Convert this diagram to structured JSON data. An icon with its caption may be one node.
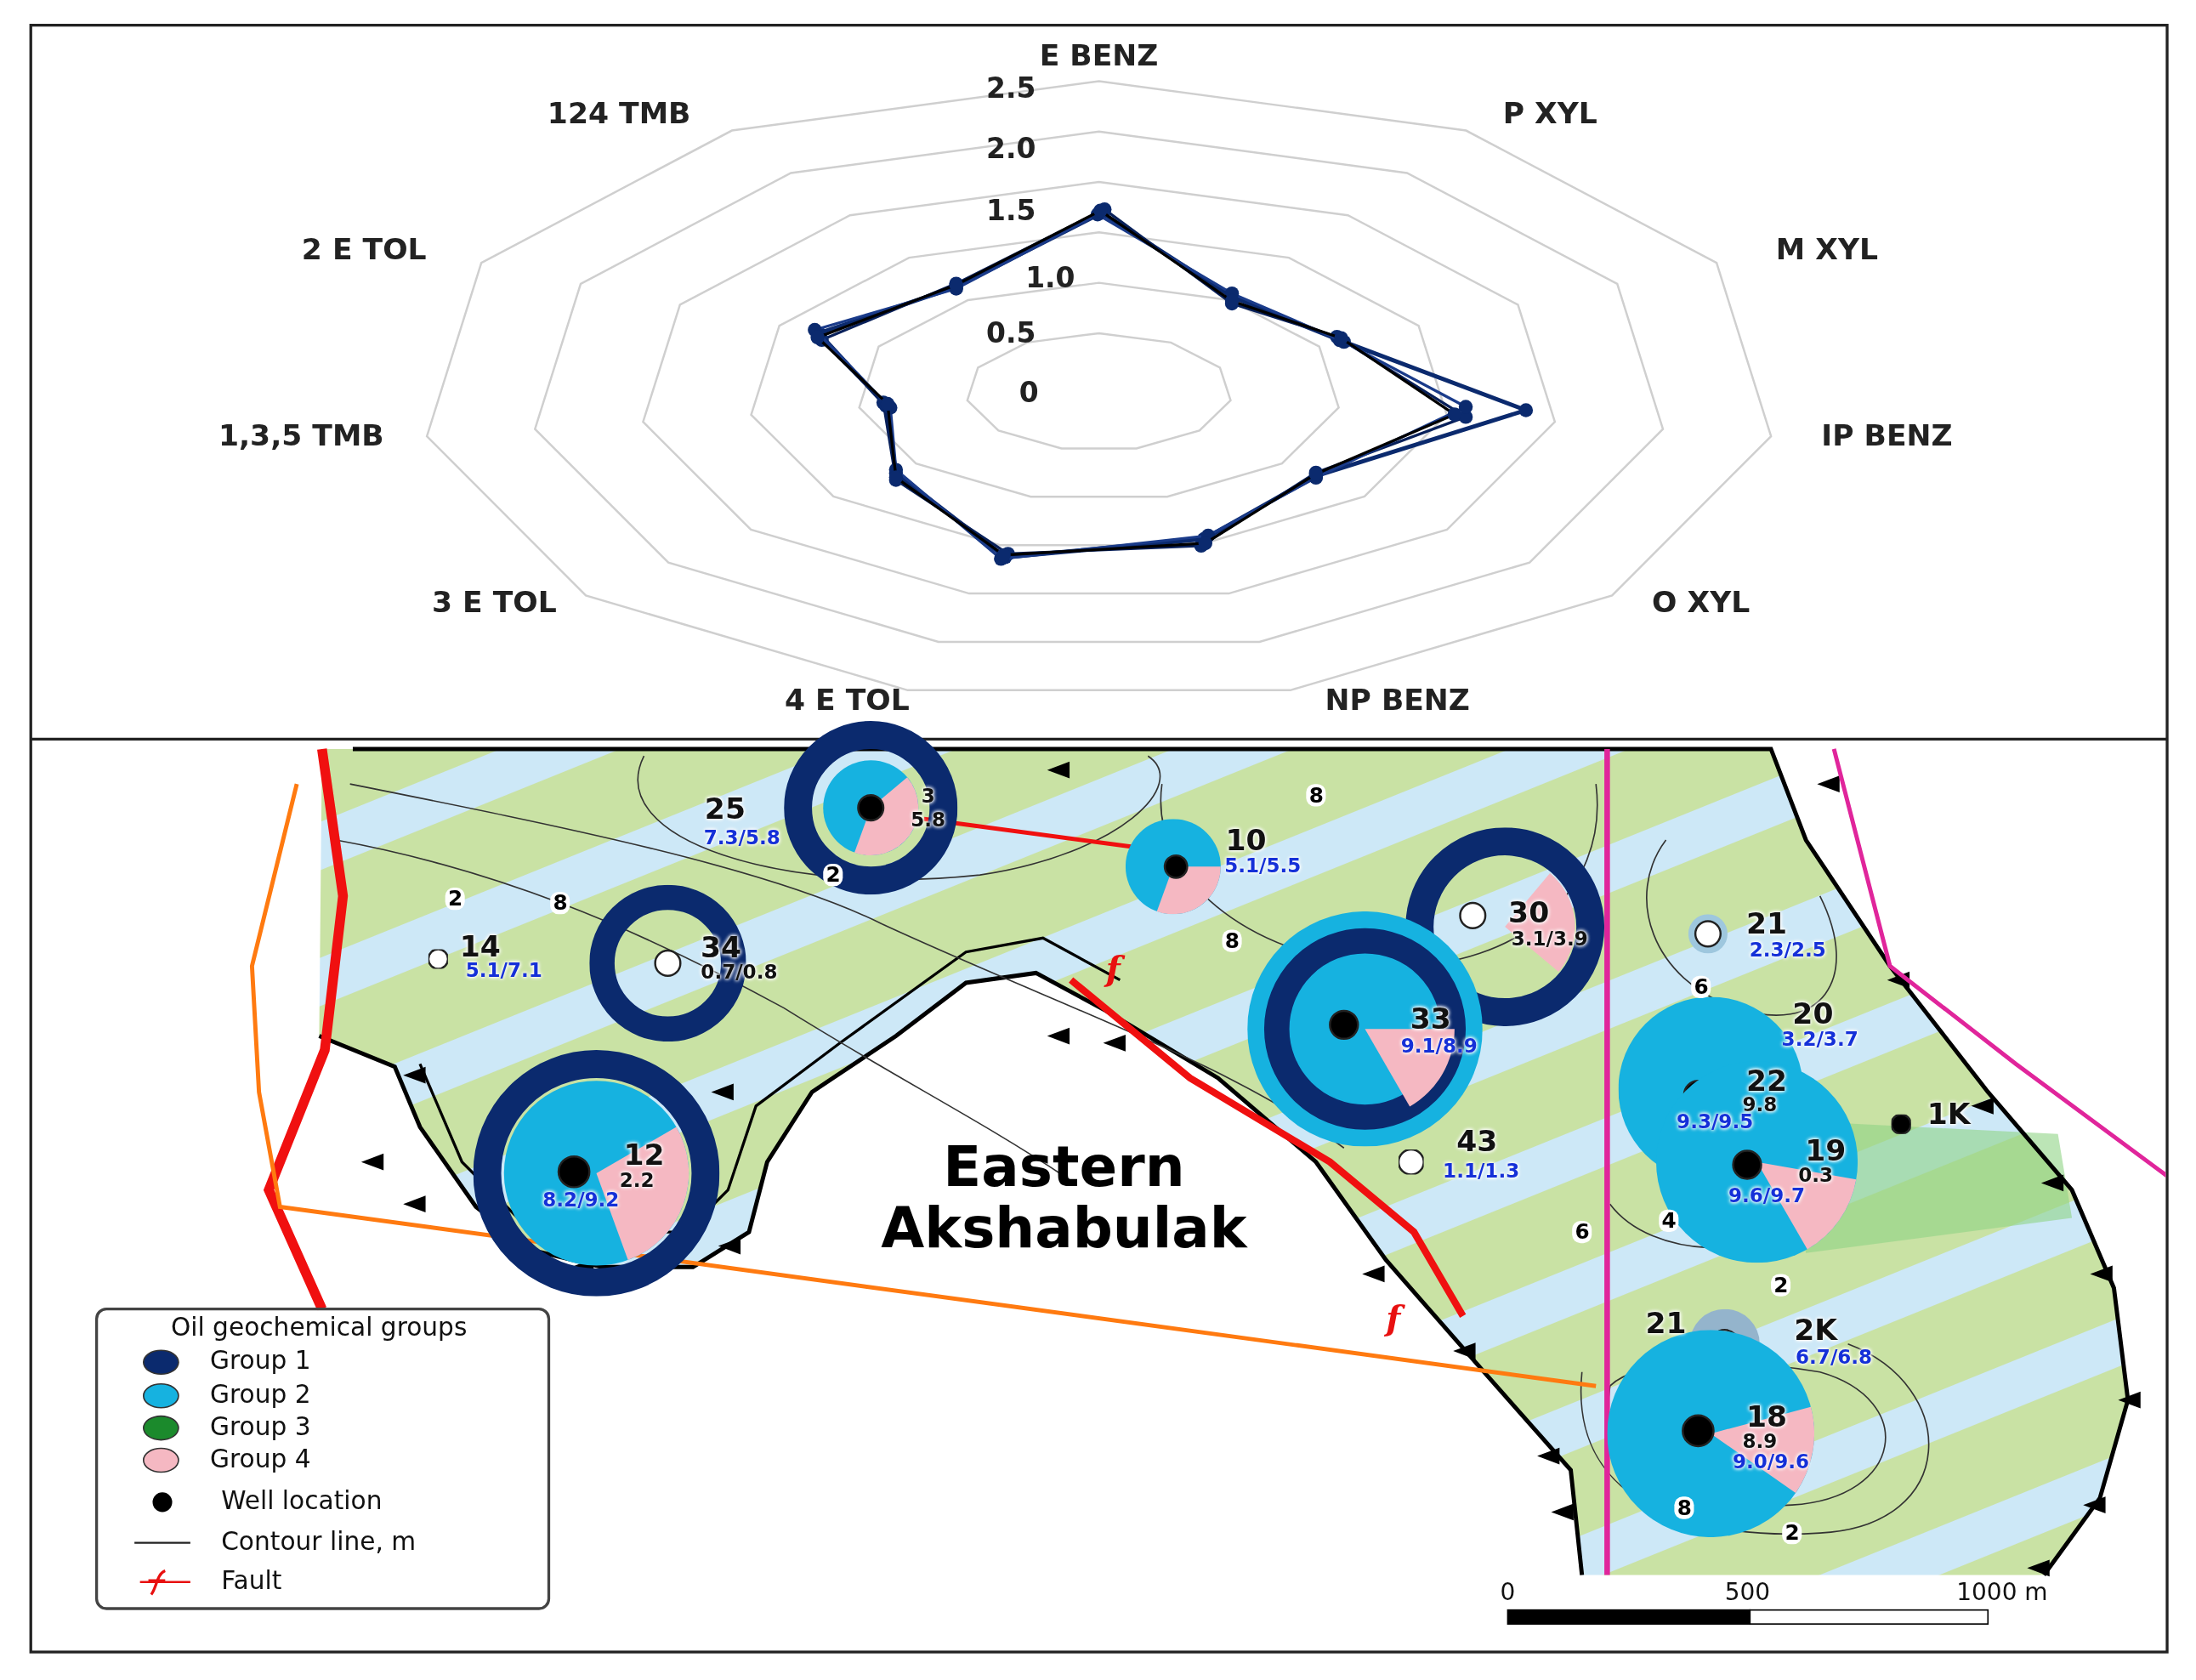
{
  "diagram": {
    "nodes": [
      {
        "text": [
          "25",
          "3",
          "5.8",
          "7.3/5.8"
        ]
      },
      {
        "text": [
          "10",
          "5.1/5.5"
        ]
      },
      {
        "text": [
          "14",
          "5.1/7.1"
        ]
      },
      {
        "text": [
          "34",
          "0.7/0.8"
        ]
      },
      {
        "text": [
          "30",
          "3.1/3.9"
        ]
      },
      {
        "text": [
          "21",
          "2.3/2.5"
        ]
      },
      {
        "text": [
          "20",
          "3.2/3.7"
        ]
      },
      {
        "text": [
          "33",
          "9.1/8.9"
        ]
      },
      {
        "text": [
          "22",
          "9.8",
          "9.3/9.5"
        ]
      },
      {
        "text": [
          "43",
          "1.1/1.3"
        ]
      },
      {
        "text": [
          "1K"
        ]
      },
      {
        "text": [
          "19",
          "0.3",
          "9.6/9.7"
        ]
      },
      {
        "text": [
          "12",
          "2.2",
          "8.2/9.2"
        ]
      },
      {
        "text": [
          "2K",
          "6.7/6.8"
        ],
        "beside": [
          "21"
        ]
      },
      {
        "text": [
          "18",
          "8.9",
          "9.0/9.6"
        ]
      }
    ],
    "labels": [
      "E BENZ",
      "2.5",
      "124 TMB",
      "P XYL",
      "2.0",
      "1.5",
      "2 E TOL",
      "M XYL",
      "1.0",
      "0.5",
      "0",
      "1,3,5 TMB",
      "IP BENZ",
      "3 E TOL",
      "O XYL",
      "4 E TOL",
      "NP BENZ",
      "8",
      "2",
      "2",
      "8",
      "8",
      "f",
      "6",
      "Eastern Akshabulak",
      "6",
      "4",
      "2",
      "Oil geochemical groups",
      "f",
      "8",
      "2",
      "0",
      "500",
      "1000 m"
    ],
    "legend": [
      {
        "text": "Group 1",
        "color": "#0b2a6e"
      },
      {
        "text": "Group 2",
        "color": "#16b2e0"
      },
      {
        "text": "Group 3",
        "color": "#1b8a2c"
      },
      {
        "text": "Group 4",
        "color": "#f5b8c2"
      },
      {
        "text": "Well location"
      },
      {
        "text": "Contour line, m"
      },
      {
        "text": "Fault"
      }
    ]
  }
}
